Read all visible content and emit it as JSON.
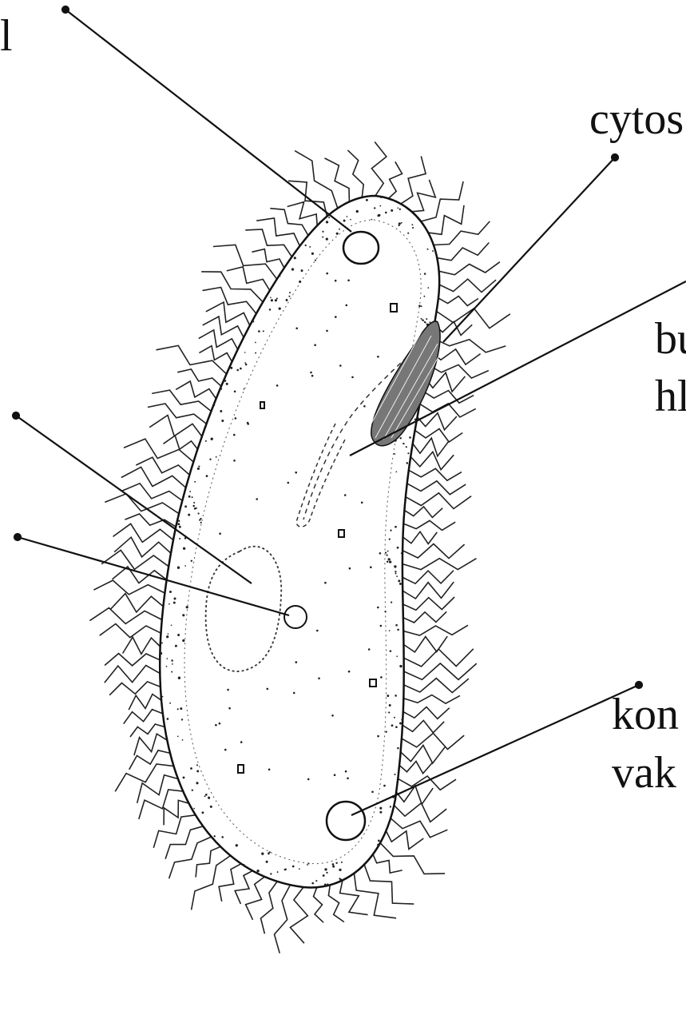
{
  "diagram": {
    "labels": {
      "top_left": "l",
      "cytostome": "cytos",
      "food_vacuole_line1": "bu",
      "food_vacuole_line2": "hl",
      "contractile_vacuole_line1": "kon",
      "contractile_vacuole_line2": "vak"
    },
    "colors": {
      "ink": "#111111",
      "background": "#ffffff"
    }
  }
}
